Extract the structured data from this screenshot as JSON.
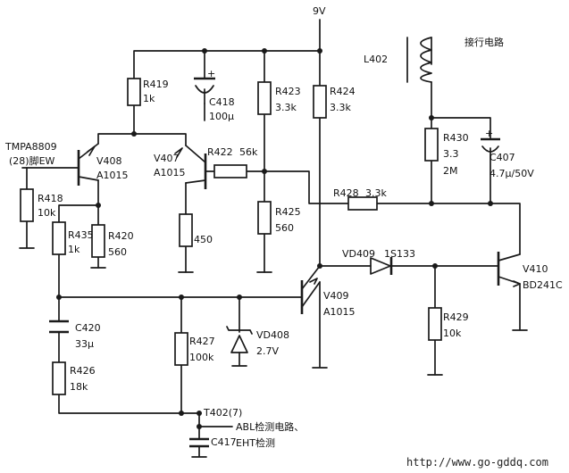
{
  "supply": "9V",
  "supply_plus_c418": "+",
  "supply_plus_c407": "+",
  "l402": {
    "ref": "L402",
    "note": "接行电路"
  },
  "ic": {
    "part": "TMPA8809",
    "pin": "(28)脚EW"
  },
  "abl": {
    "ref": "T402(7)",
    "line1": "ABL检测电路、",
    "line2": "EHT检测"
  },
  "watermark": "http://www.go-gddq.com",
  "resistors": {
    "r419": {
      "ref": "R419",
      "val": "1k"
    },
    "r423": {
      "ref": "R423",
      "val": "3.3k"
    },
    "r424": {
      "ref": "R424",
      "val": "3.3k"
    },
    "r418": {
      "ref": "R418",
      "val": "10k"
    },
    "r435": {
      "ref": "R435",
      "val": "1k"
    },
    "r420": {
      "ref": "R420",
      "val": "560"
    },
    "r450": {
      "ref": "",
      "val": "450"
    },
    "r422": {
      "ref": "R422",
      "val": "56k"
    },
    "r425": {
      "ref": "R425",
      "val": "560"
    },
    "r428": {
      "ref": "R428",
      "val": "3.3k"
    },
    "r430": {
      "ref": "R430",
      "val": "3.3",
      "val2": "2M"
    },
    "r427": {
      "ref": "R427",
      "val": "100k"
    },
    "r426": {
      "ref": "R426",
      "val": "18k"
    },
    "r429": {
      "ref": "R429",
      "val": "10k"
    }
  },
  "capacitors": {
    "c418": {
      "ref": "C418",
      "val": "100μ"
    },
    "c407": {
      "ref": "C407",
      "val": "4.7μ/50V"
    },
    "c420": {
      "ref": "C420",
      "val": "33μ"
    },
    "c417": {
      "ref": "C417"
    }
  },
  "transistors": {
    "v408": {
      "ref": "V408",
      "part": "A1015"
    },
    "v407": {
      "ref": "V407",
      "part": "A1015"
    },
    "v409": {
      "ref": "V409",
      "part": "A1015"
    },
    "v410": {
      "ref": "V410",
      "part": "BD241C"
    }
  },
  "diodes": {
    "vd409": {
      "ref": "VD409",
      "part": "1S133"
    },
    "vd408": {
      "ref": "VD408",
      "val": "2.7V"
    }
  }
}
